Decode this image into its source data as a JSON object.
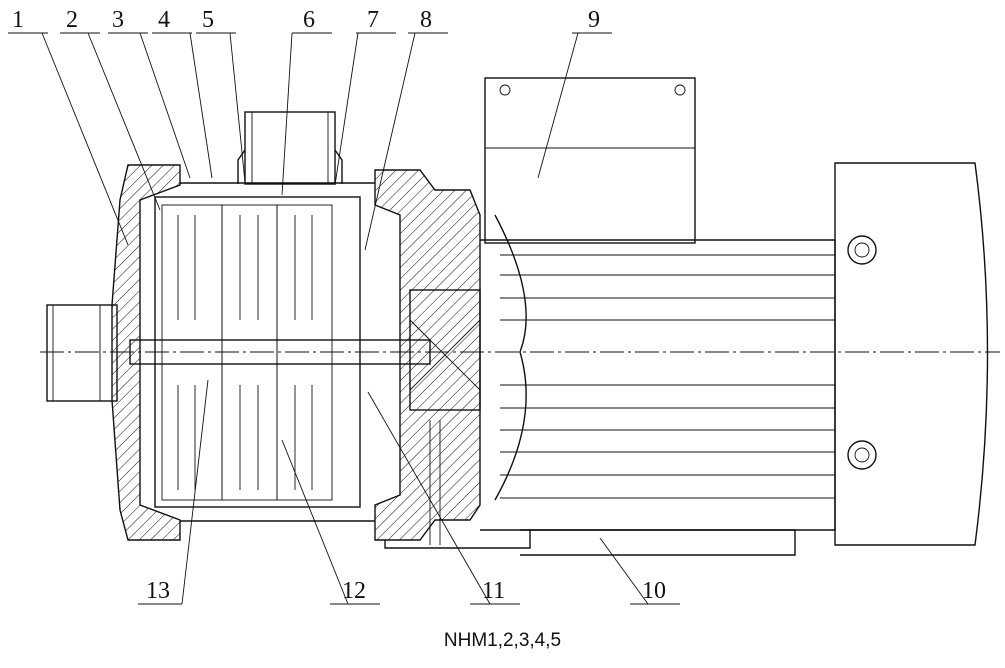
{
  "callouts": [
    {
      "id": "1",
      "label": "1"
    },
    {
      "id": "2",
      "label": "2"
    },
    {
      "id": "3",
      "label": "3"
    },
    {
      "id": "4",
      "label": "4"
    },
    {
      "id": "5",
      "label": "5"
    },
    {
      "id": "6",
      "label": "6"
    },
    {
      "id": "7",
      "label": "7"
    },
    {
      "id": "8",
      "label": "8"
    },
    {
      "id": "9",
      "label": "9"
    },
    {
      "id": "10",
      "label": "10"
    },
    {
      "id": "11",
      "label": "11"
    },
    {
      "id": "12",
      "label": "12"
    },
    {
      "id": "13",
      "label": "13"
    }
  ],
  "caption": "NHM1,2,3,4,5"
}
